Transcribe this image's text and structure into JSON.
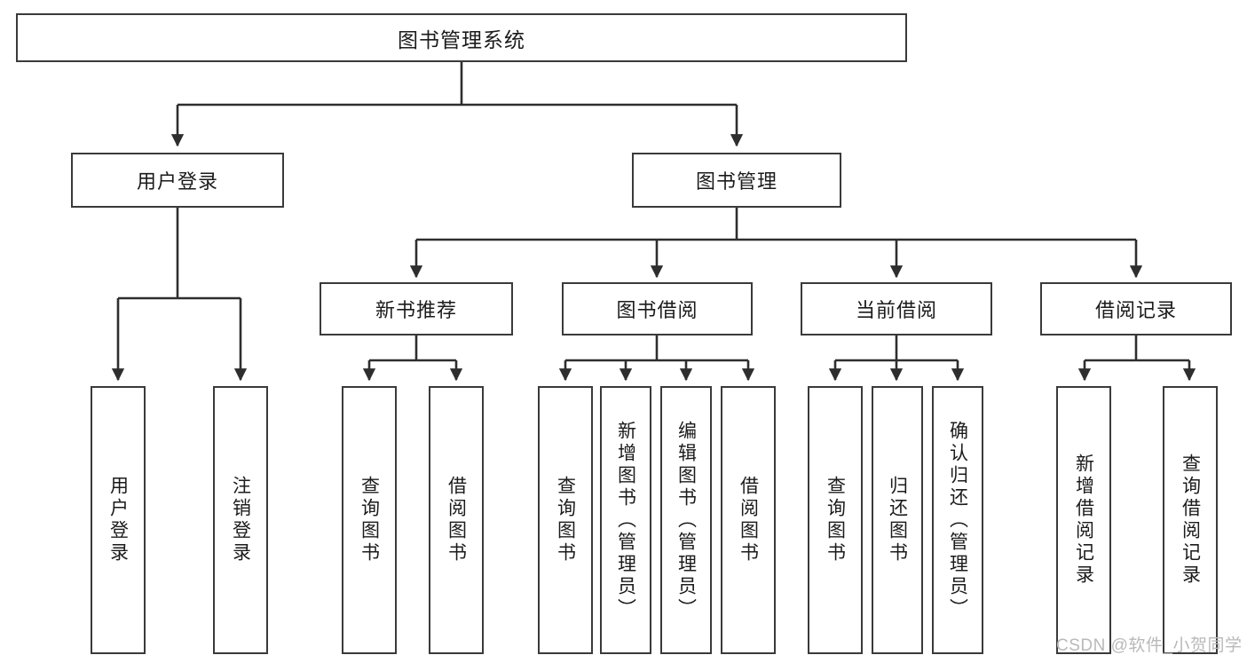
{
  "diagram": {
    "title": "图书管理系统",
    "type": "tree-hierarchy-chart",
    "colors": {
      "stroke": "#3a3a3a",
      "fill": "#ffffff",
      "text": "#1b1b1b",
      "watermark": "#b9b9b9"
    },
    "root": {
      "label": "图书管理系统"
    },
    "level2": [
      {
        "label": "用户登录"
      },
      {
        "label": "图书管理"
      }
    ],
    "level3": [
      {
        "label": "新书推荐"
      },
      {
        "label": "图书借阅"
      },
      {
        "label": "当前借阅"
      },
      {
        "label": "借阅记录"
      }
    ],
    "leaves": {
      "user_login": [
        {
          "label": "用户登录"
        },
        {
          "label": "注销登录"
        }
      ],
      "new_book_recommend": [
        {
          "label": "查询图书"
        },
        {
          "label": "借阅图书"
        }
      ],
      "book_borrow": [
        {
          "label": "查询图书"
        },
        {
          "label": "新增图书（管理员）"
        },
        {
          "label": "编辑图书（管理员）"
        },
        {
          "label": "借阅图书"
        }
      ],
      "current_borrow": [
        {
          "label": "查询图书"
        },
        {
          "label": "归还图书"
        },
        {
          "label": "确认归还（管理员）"
        }
      ],
      "borrow_record": [
        {
          "label": "新增借阅记录"
        },
        {
          "label": "查询借阅记录"
        }
      ]
    }
  },
  "watermark": {
    "text": "CSDN @软件_小贺同学"
  }
}
